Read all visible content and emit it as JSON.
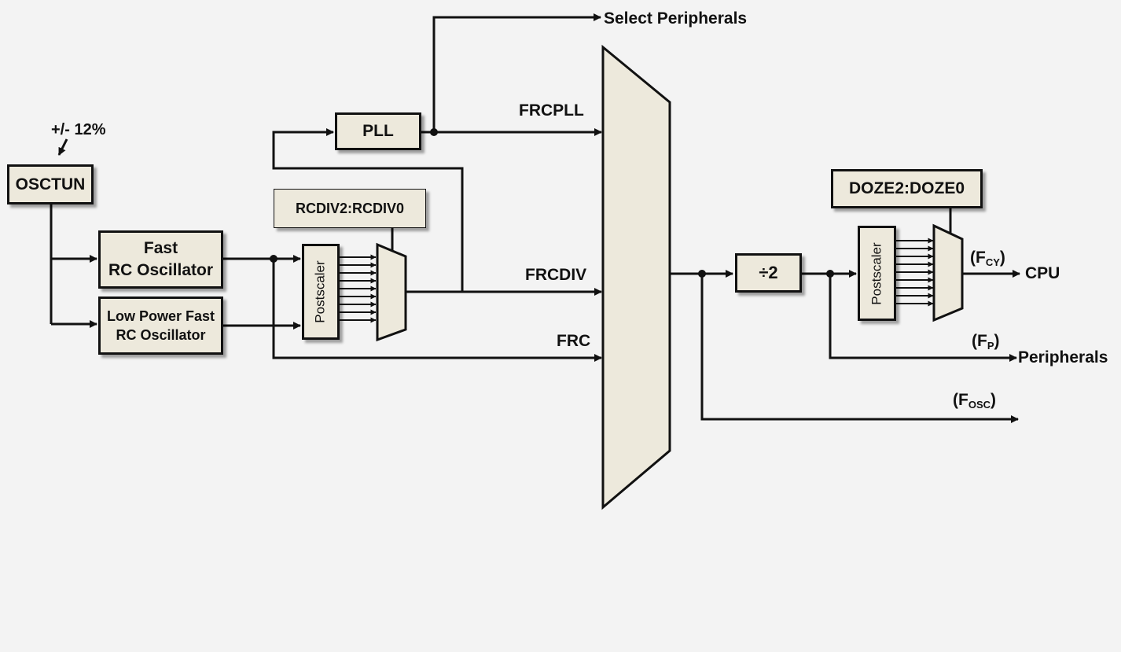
{
  "osctun": {
    "tolerance": "+/- 12%",
    "label": "OSCTUN"
  },
  "frc_osc": {
    "line1": "Fast",
    "line2": "RC Oscillator"
  },
  "lpfrc_osc": {
    "line1": "Low Power Fast",
    "line2": "RC Oscillator"
  },
  "pll": {
    "label": "PLL"
  },
  "rcdiv": {
    "register": "RCDIV2:RCDIV0",
    "postscaler": "Postscaler"
  },
  "mux_inputs": {
    "frcpll": "FRCPLL",
    "frcdiv": "FRCDIV",
    "frc": "FRC"
  },
  "select_peripherals": "Select Peripherals",
  "divider": {
    "label": "÷2"
  },
  "doze": {
    "register": "DOZE2:DOZE0",
    "postscaler": "Postscaler"
  },
  "outputs": {
    "fcy_open": "(F",
    "fcy_sub": "CY",
    "fcy_close": ")",
    "cpu": "CPU",
    "fp_open": "(F",
    "fp_sub": "P",
    "fp_close": ")",
    "peripherals": "Peripherals",
    "fosc_open": "(F",
    "fosc_sub": "OSC",
    "fosc_close": ")"
  },
  "colors": {
    "block_fill": "#ede9dc",
    "line": "#111111",
    "background": "#f3f3f3"
  }
}
